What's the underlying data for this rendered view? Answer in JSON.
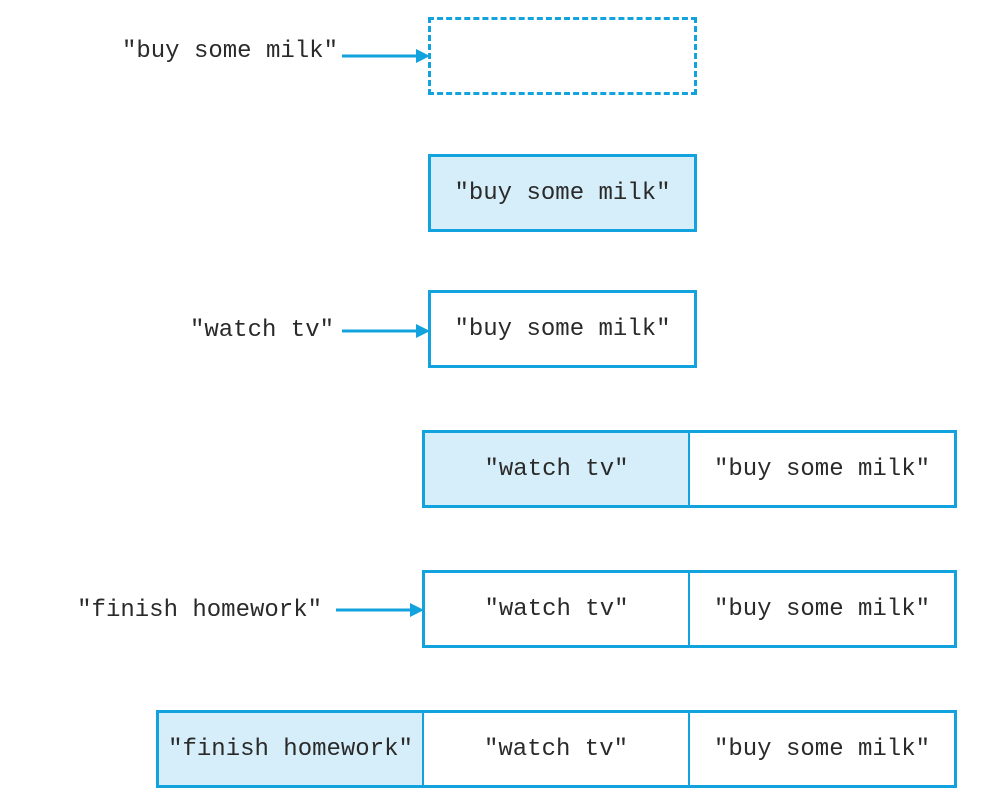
{
  "colors": {
    "accent": "#12a3df",
    "highlight_fill": "#d6eef9",
    "text": "#2a2a2a"
  },
  "steps": [
    {
      "incoming": "\"buy some milk\"",
      "cells": []
    },
    {
      "incoming": "",
      "cells": [
        {
          "text": "\"buy some milk\"",
          "highlight": true
        }
      ]
    },
    {
      "incoming": "\"watch tv\"",
      "cells": [
        {
          "text": "\"buy some milk\"",
          "highlight": false
        }
      ]
    },
    {
      "incoming": "",
      "cells": [
        {
          "text": "\"watch tv\"",
          "highlight": true
        },
        {
          "text": "\"buy some milk\"",
          "highlight": false
        }
      ]
    },
    {
      "incoming": "\"finish homework\"",
      "cells": [
        {
          "text": "\"watch tv\"",
          "highlight": false
        },
        {
          "text": "\"buy some milk\"",
          "highlight": false
        }
      ]
    },
    {
      "incoming": "",
      "cells": [
        {
          "text": "\"finish homework\"",
          "highlight": true
        },
        {
          "text": "\"watch tv\"",
          "highlight": false
        },
        {
          "text": "\"buy some milk\"",
          "highlight": false
        }
      ]
    }
  ]
}
